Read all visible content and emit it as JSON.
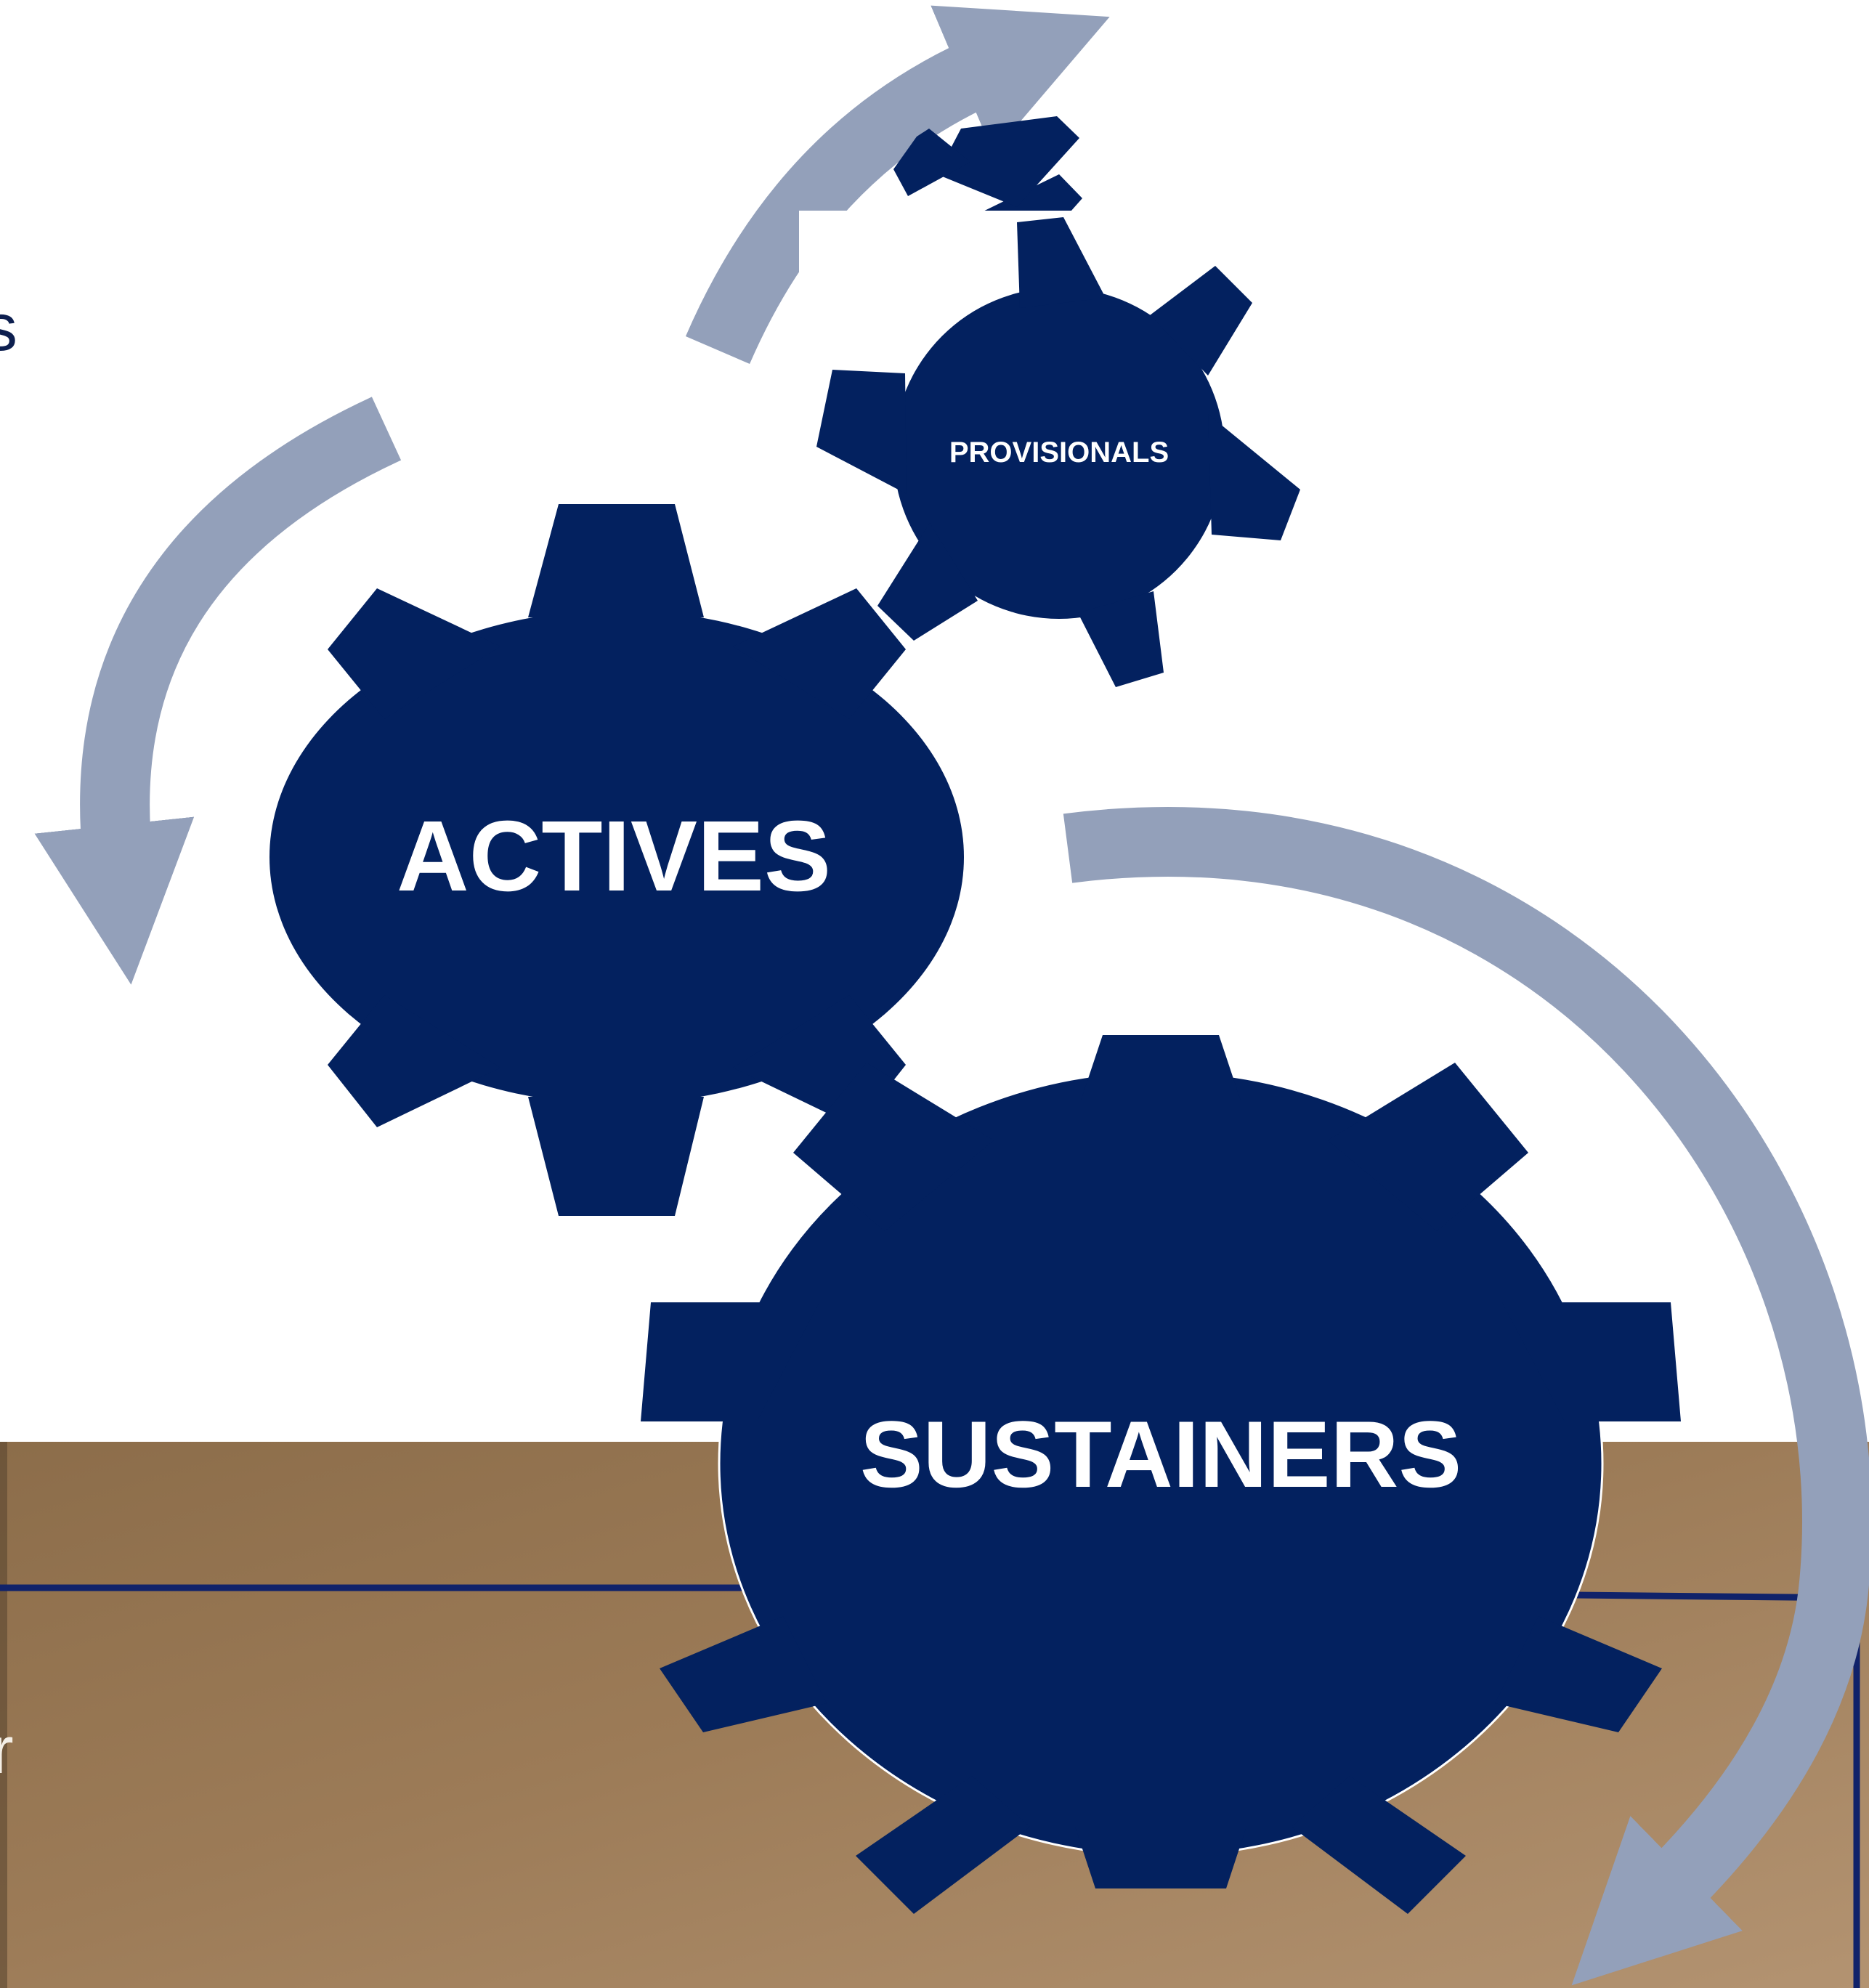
{
  "diagram": {
    "gears": [
      {
        "id": "provisionals",
        "label": "PROVISIONALS"
      },
      {
        "id": "actives",
        "label": "ACTIVES"
      },
      {
        "id": "sustainers",
        "label": "SUSTAINERS"
      }
    ],
    "edge_text_top": "s",
    "edge_text_bottom": "r"
  },
  "colors": {
    "gear_fill": "#03215f",
    "arrow_fill": "#93a0ba",
    "panel_brown": "#9a7a56",
    "panel_border": "#10226a",
    "label_text": "#ffffff"
  },
  "icons": [
    "gear-icon",
    "curved-arrow-icon"
  ]
}
